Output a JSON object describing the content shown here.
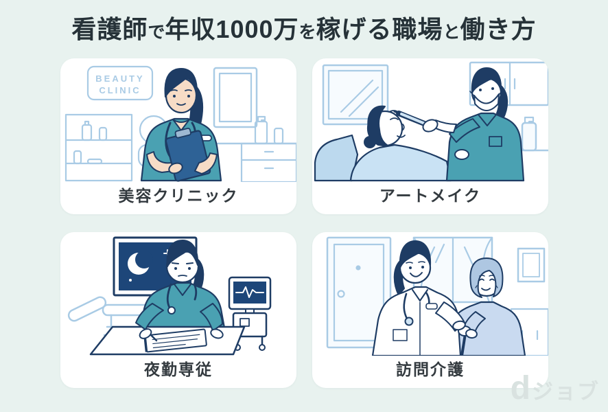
{
  "title": {
    "segments": [
      {
        "text": "看護師",
        "size": "large"
      },
      {
        "text": "で",
        "size": "small"
      },
      {
        "text": "年収1000万",
        "size": "large"
      },
      {
        "text": "を",
        "size": "small"
      },
      {
        "text": "稼げる",
        "size": "large"
      },
      {
        "text": "職場",
        "size": "large"
      },
      {
        "text": "と",
        "size": "small"
      },
      {
        "text": "働き方",
        "size": "large"
      }
    ]
  },
  "cards": [
    {
      "label": "美容クリニック",
      "illustration": "nurse-in-beauty-clinic",
      "sign": {
        "line1": "BEAUTY",
        "line2": "CLINIC"
      }
    },
    {
      "label": "アートメイク",
      "illustration": "nurse-performing-eyebrow-art-make-on-patient"
    },
    {
      "label": "夜勤専従",
      "illustration": "nurse-writing-chart-at-night"
    },
    {
      "label": "訪問介護",
      "illustration": "nurse-assisting-elderly-woman"
    }
  ],
  "logo": {
    "mark": "d",
    "text": "ジョブ"
  },
  "colors": {
    "background": "#e8f2ef",
    "card": "#ffffff",
    "title_text": "#263238",
    "label_text": "#333a3f",
    "outline_navy": "#1e3c64",
    "line_blue": "#a9cbe5",
    "scrub_teal": "#4aa1b2",
    "skin": "#f7dcc6",
    "night_navy": "#1d4679",
    "elderly_blue": "#c9daf0",
    "logo_gray": "#d9e2e0"
  }
}
